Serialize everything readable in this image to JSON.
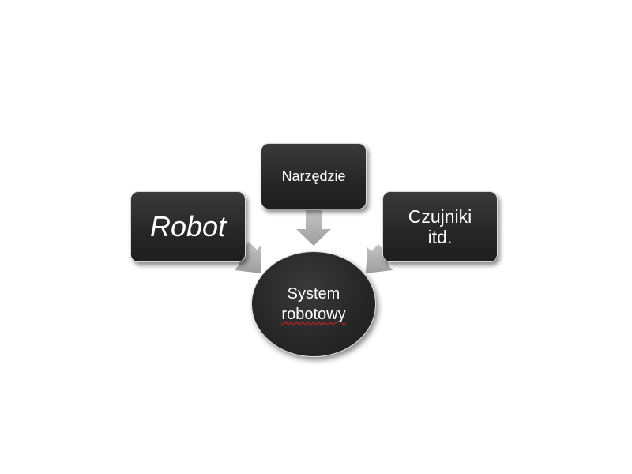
{
  "diagram": {
    "nodes": {
      "robot": {
        "label": "Robot"
      },
      "tool": {
        "label": "Narzędzie"
      },
      "sensors": {
        "line1": "Czujniki",
        "line2": "itd."
      },
      "system": {
        "line1": "System",
        "line2": "robotowy"
      }
    },
    "edges": [
      {
        "from": "robot",
        "to": "system"
      },
      {
        "from": "tool",
        "to": "system"
      },
      {
        "from": "sensors",
        "to": "system"
      }
    ],
    "colors": {
      "node_fill": "#262626",
      "node_border": "#d9d9d9",
      "node_text": "#ffffff",
      "arrow_fill": "#b3b3b3",
      "spellcheck_underline": "#e02020"
    }
  }
}
